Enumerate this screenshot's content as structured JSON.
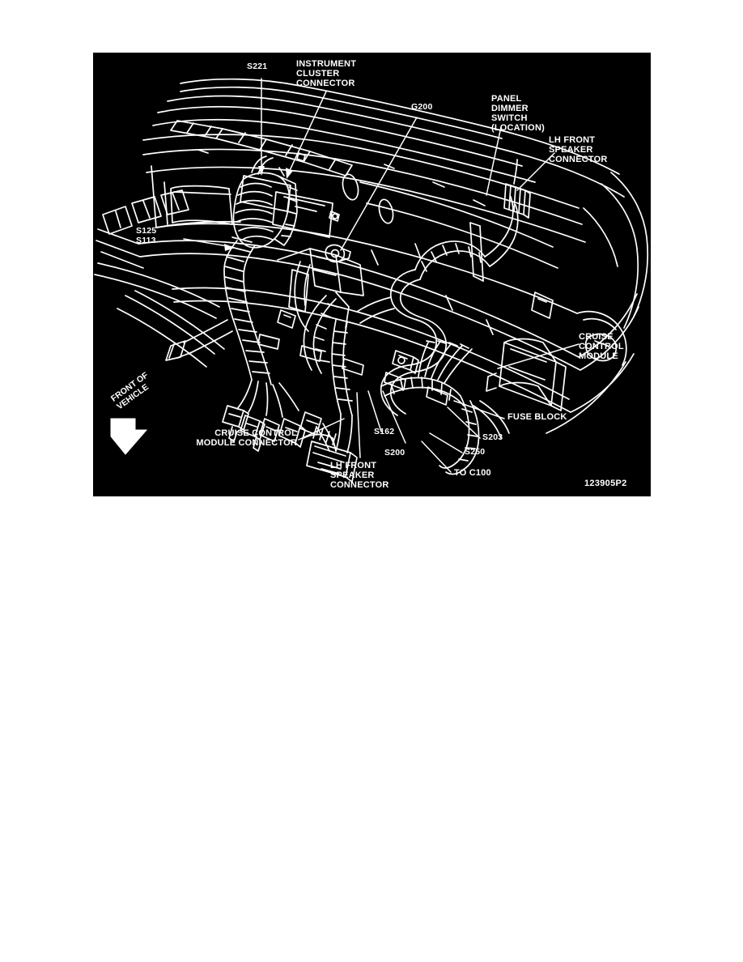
{
  "document": {
    "page_background": "#ffffff",
    "figure_background": "#000000",
    "line_color": "#ffffff"
  },
  "figure": {
    "figure_id": "123905P2",
    "orientation_note": "FRONT OF\nVEHICLE",
    "callouts": [
      {
        "id": "s221",
        "text": "S221"
      },
      {
        "id": "instrument-cluster-connector",
        "text": "INSTRUMENT\nCLUSTER\nCONNECTOR"
      },
      {
        "id": "g200",
        "text": "G200"
      },
      {
        "id": "panel-dimmer-switch",
        "text": "PANEL\nDIMMER\nSWITCH\n(LOCATION)"
      },
      {
        "id": "lh-front-speaker-connector-top",
        "text": "LH FRONT\nSPEAKER\nCONNECTOR"
      },
      {
        "id": "s125-s113",
        "text": "S125\nS113"
      },
      {
        "id": "cruise-control-module",
        "text": "CRUISE\nCONTROL\nMODULE"
      },
      {
        "id": "fuse-block",
        "text": "FUSE BLOCK"
      },
      {
        "id": "s203",
        "text": "S203"
      },
      {
        "id": "s250",
        "text": "S250"
      },
      {
        "id": "to-c100",
        "text": "TO C100"
      },
      {
        "id": "s200",
        "text": "S200"
      },
      {
        "id": "s162",
        "text": "S162"
      },
      {
        "id": "lh-front-speaker-connector-bottom",
        "text": "LH FRONT\nSPEAKER\nCONNECTOR"
      },
      {
        "id": "cruise-control-module-connector",
        "text": "CRUISE CONTROL\nMODULE CONNECTOR"
      }
    ]
  }
}
